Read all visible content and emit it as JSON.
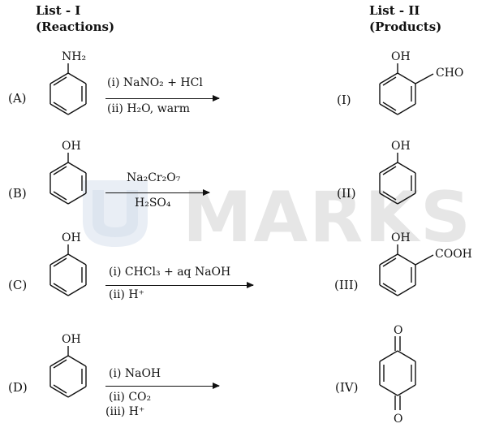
{
  "list1": {
    "title": "List - I",
    "subtitle": "(Reactions)"
  },
  "list2": {
    "title": "List - II",
    "subtitle": "(Products)"
  },
  "watermark": {
    "text": "MARKS"
  },
  "reactions": [
    {
      "label": "(A)",
      "reactant_group": "NH₂",
      "conditions": [
        "(i)  NaNO₂ + HCl",
        "(ii)  H₂O, warm"
      ]
    },
    {
      "label": "(B)",
      "reactant_group": "OH",
      "conditions": [
        "Na₂Cr₂O₇",
        "H₂SO₄"
      ]
    },
    {
      "label": "(C)",
      "reactant_group": "OH",
      "conditions": [
        "(i)  CHCl₃ + aq  NaOH",
        "(ii)  H⁺"
      ]
    },
    {
      "label": "(D)",
      "reactant_group": "OH",
      "conditions": [
        "(i)  NaOH",
        "(ii)  CO₂",
        "(iii)  H⁺"
      ]
    }
  ],
  "products": [
    {
      "label": "(I)",
      "group1": "OH",
      "group2": "CHO"
    },
    {
      "label": "(II)",
      "group1": "OH"
    },
    {
      "label": "(III)",
      "group1": "OH",
      "group2": "COOH"
    },
    {
      "label": "(IV)",
      "group1": "O",
      "group2": "O"
    }
  ]
}
